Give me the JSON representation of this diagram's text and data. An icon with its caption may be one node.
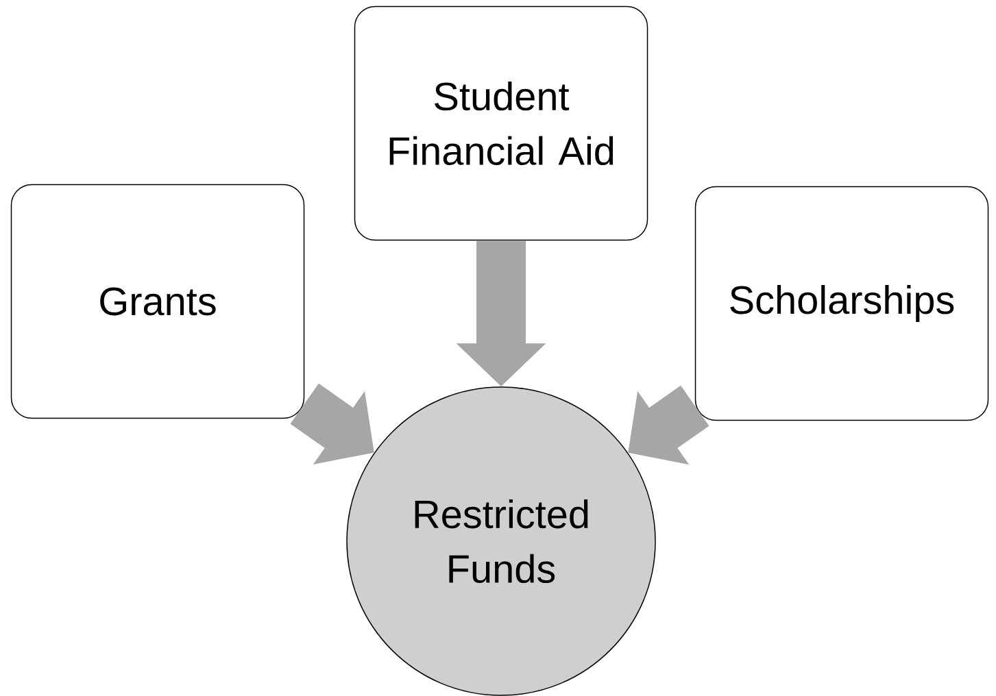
{
  "diagram": {
    "nodes": [
      {
        "text": [
          "Grants"
        ]
      },
      {
        "text": [
          "Student Financial Aid"
        ]
      },
      {
        "text": [
          "Scholarships"
        ]
      },
      {
        "text": [
          "Restricted Funds"
        ]
      }
    ],
    "edges": [
      {
        "from": 0,
        "to": 3,
        "arrow": "to"
      },
      {
        "from": 1,
        "to": 3,
        "arrow": "to"
      },
      {
        "from": 2,
        "to": 3,
        "arrow": "to"
      }
    ]
  }
}
